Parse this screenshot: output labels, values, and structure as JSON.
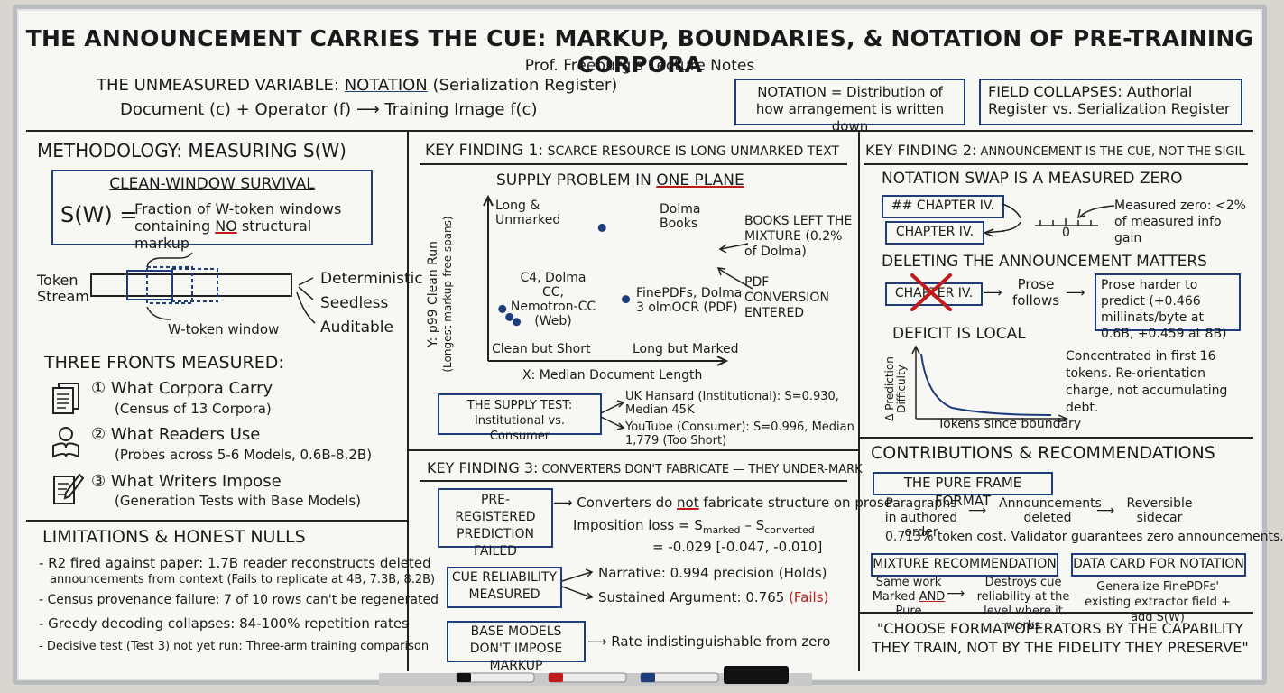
{
  "title": "THE ANNOUNCEMENT CARRIES THE CUE: MARKUP, BOUNDARIES, & NOTATION OF PRE-TRAINING CORPORA",
  "subtitle": "Prof. Freeburg's Lecture Notes",
  "header": {
    "unmeasured_prefix": "THE UNMEASURED VARIABLE: ",
    "unmeasured_key": "NOTATION",
    "unmeasured_suffix": " (Serialization Register)",
    "formula": "Document (c) + Operator (f) ⟶ Training Image f(c)",
    "notation_box": "NOTATION = Distribution of how arrangement is written down",
    "field_box": "FIELD COLLAPSES: Authorial Register vs. Serialization Register"
  },
  "methodology": {
    "heading": "METHODOLOGY: MEASURING S(W)",
    "clean_title": "CLEAN-WINDOW SURVIVAL",
    "s_label": "S(W) =",
    "def_line1": "Fraction of W-token windows",
    "def_line2_pre": "containing ",
    "def_line2_no": "NO",
    "def_line2_post": " structural markup",
    "token_stream": "Token Stream",
    "window_label": "W-token window",
    "props": [
      "Deterministic",
      "Seedless",
      "Auditable"
    ],
    "fronts_heading": "THREE FRONTS MEASURED:",
    "fronts": [
      {
        "num": "①",
        "title": "What Corpora Carry",
        "detail": "(Census of 13 Corpora)",
        "icon": "documents-icon"
      },
      {
        "num": "②",
        "title": "What Readers Use",
        "detail": "(Probes across 5-6 Models, 0.6B-8.2B)",
        "icon": "reader-icon"
      },
      {
        "num": "③",
        "title": "What Writers Impose",
        "detail": "(Generation Tests with Base Models)",
        "icon": "pencil-icon"
      }
    ]
  },
  "limitations": {
    "heading": "LIMITATIONS & HONEST NULLS",
    "items": [
      "- R2 fired against paper: 1.7B reader reconstructs deleted",
      "announcements from context (Fails to replicate at 4B, 7.3B, 8.2B)",
      "- Census provenance failure: 7 of 10 rows can't be regenerated",
      "- Greedy decoding collapses: 84-100% repetition rates",
      "- Decisive test (Test 3) not yet run: Three-arm training comparison"
    ]
  },
  "finding1": {
    "heading_main": "KEY FINDING 1:",
    "heading_rest": " SCARCE RESOURCE IS LONG UNMARKED TEXT",
    "plot_title_pre": "SUPPLY PROBLEM IN ",
    "plot_title_key": "ONE PLANE",
    "y_label": "Y: p99 Clean Run",
    "y_label2": "(Longest markup-free spans)",
    "x_label": "X: Median Document Length",
    "corner_tl": "Long & Unmarked",
    "corner_bl": "Clean but Short",
    "corner_br": "Long but Marked",
    "dolma_books": "Dolma Books",
    "c4_label": "C4, Dolma CC, Nemotron-CC (Web)",
    "finepdfs_label": "FinePDFs, Dolma 3 olmOCR (PDF)",
    "books_left": "BOOKS LEFT THE MIXTURE (0.2% of Dolma)",
    "pdf_entered": "PDF CONVERSION ENTERED",
    "supply_test": "THE SUPPLY TEST: Institutional vs. Consumer",
    "hansard": "UK Hansard (Institutional): S=0.930, Median 45K",
    "youtube": "YouTube (Consumer): S=0.996, Median 1,779 (Too Short)"
  },
  "chart_data": {
    "type": "scatter",
    "xlabel": "X: Median Document Length",
    "ylabel": "Y: p99 Clean Run (Longest markup-free spans)",
    "title": "SUPPLY PROBLEM IN ONE PLANE",
    "series": [
      {
        "name": "Dolma Books",
        "points": [
          [
            0.48,
            0.82
          ]
        ]
      },
      {
        "name": "C4, Dolma CC, Nemotron-CC (Web)",
        "points": [
          [
            0.06,
            0.32
          ],
          [
            0.09,
            0.27
          ],
          [
            0.12,
            0.24
          ]
        ]
      },
      {
        "name": "FinePDFs, Dolma 3 olmOCR (PDF)",
        "points": [
          [
            0.58,
            0.38
          ]
        ]
      }
    ]
  },
  "finding2": {
    "heading_main": "KEY FINDING 2:",
    "heading_rest": " ANNOUNCEMENT IS THE CUE, NOT THE SIGIL",
    "swap_title": "NOTATION SWAP IS A MEASURED ZERO",
    "chip1": "## CHAPTER IV.",
    "chip2": "CHAPTER IV.",
    "zero_tick": "0",
    "measured_zero": "Measured zero: <2% of measured info gain",
    "deleting_title": "DELETING THE ANNOUNCEMENT MATTERS",
    "crossed": "CHAPTER IV.",
    "prose_follows": "Prose follows",
    "prose_box": "Prose harder to predict (+0.466 millinats/byte at 0.6B, +0.459 at 8B)",
    "deficit_title": "DEFICIT IS LOCAL",
    "y_axis": "Δ Prediction Difficulty",
    "x_axis": "Tokens since boundary",
    "deficit_note": "Concentrated in first 16 tokens. Re-orientation charge, not accumulating debt."
  },
  "finding3": {
    "heading_main": "KEY FINDING 3:",
    "heading_rest": " CONVERTERS DON'T FABRICATE — THEY UNDER-MARK",
    "prereg": "PRE-REGISTERED PREDICTION FAILED",
    "converters_pre": "Converters do ",
    "converters_not": "not",
    "converters_post": " fabricate structure on prose",
    "imposition": "Imposition loss = S",
    "sub_marked": "marked",
    "minus_s": " – S",
    "sub_converted": "converted",
    "value": "= -0.029 [-0.047, -0.010]",
    "cue_box": "CUE RELIABILITY MEASURED",
    "narrative": "Narrative: 0.994 precision (Holds)",
    "sustained": "Sustained Argument: 0.765 ",
    "fails": "(Fails)",
    "base_box": "BASE MODELS DON'T IMPOSE MARKUP",
    "base_result": "Rate indistinguishable from zero"
  },
  "contributions": {
    "heading": "CONTRIBUTIONS & RECOMMENDATIONS",
    "pure_frame": "THE PURE FRAME FORMAT",
    "step1": "Paragraphs in authored order",
    "step2": "Announcements deleted",
    "step3": "Reversible sidecar",
    "cost": "0.713% token cost. Validator guarantees zero announcements.",
    "mixture": "MIXTURE RECOMMENDATION",
    "same_work_pre": "Same work Marked ",
    "same_work_and": "AND",
    "same_work_post": " Pure",
    "destroys": "Destroys cue reliability at the level where it works",
    "data_card": "DATA CARD FOR NOTATION",
    "generalize": "Generalize FinePDFs' existing extractor field + add S(W)",
    "quote": "\"CHOOSE FORMAT OPERATORS BY THE CAPABILITY THEY TRAIN, NOT BY THE FIDELITY THEY PRESERVE\""
  },
  "colors": {
    "ink": "#1a1a1a",
    "blue": "#1e3d7a",
    "red": "#c21b1b",
    "board": "#f7f7f4",
    "frame": "#b9bcbf"
  }
}
